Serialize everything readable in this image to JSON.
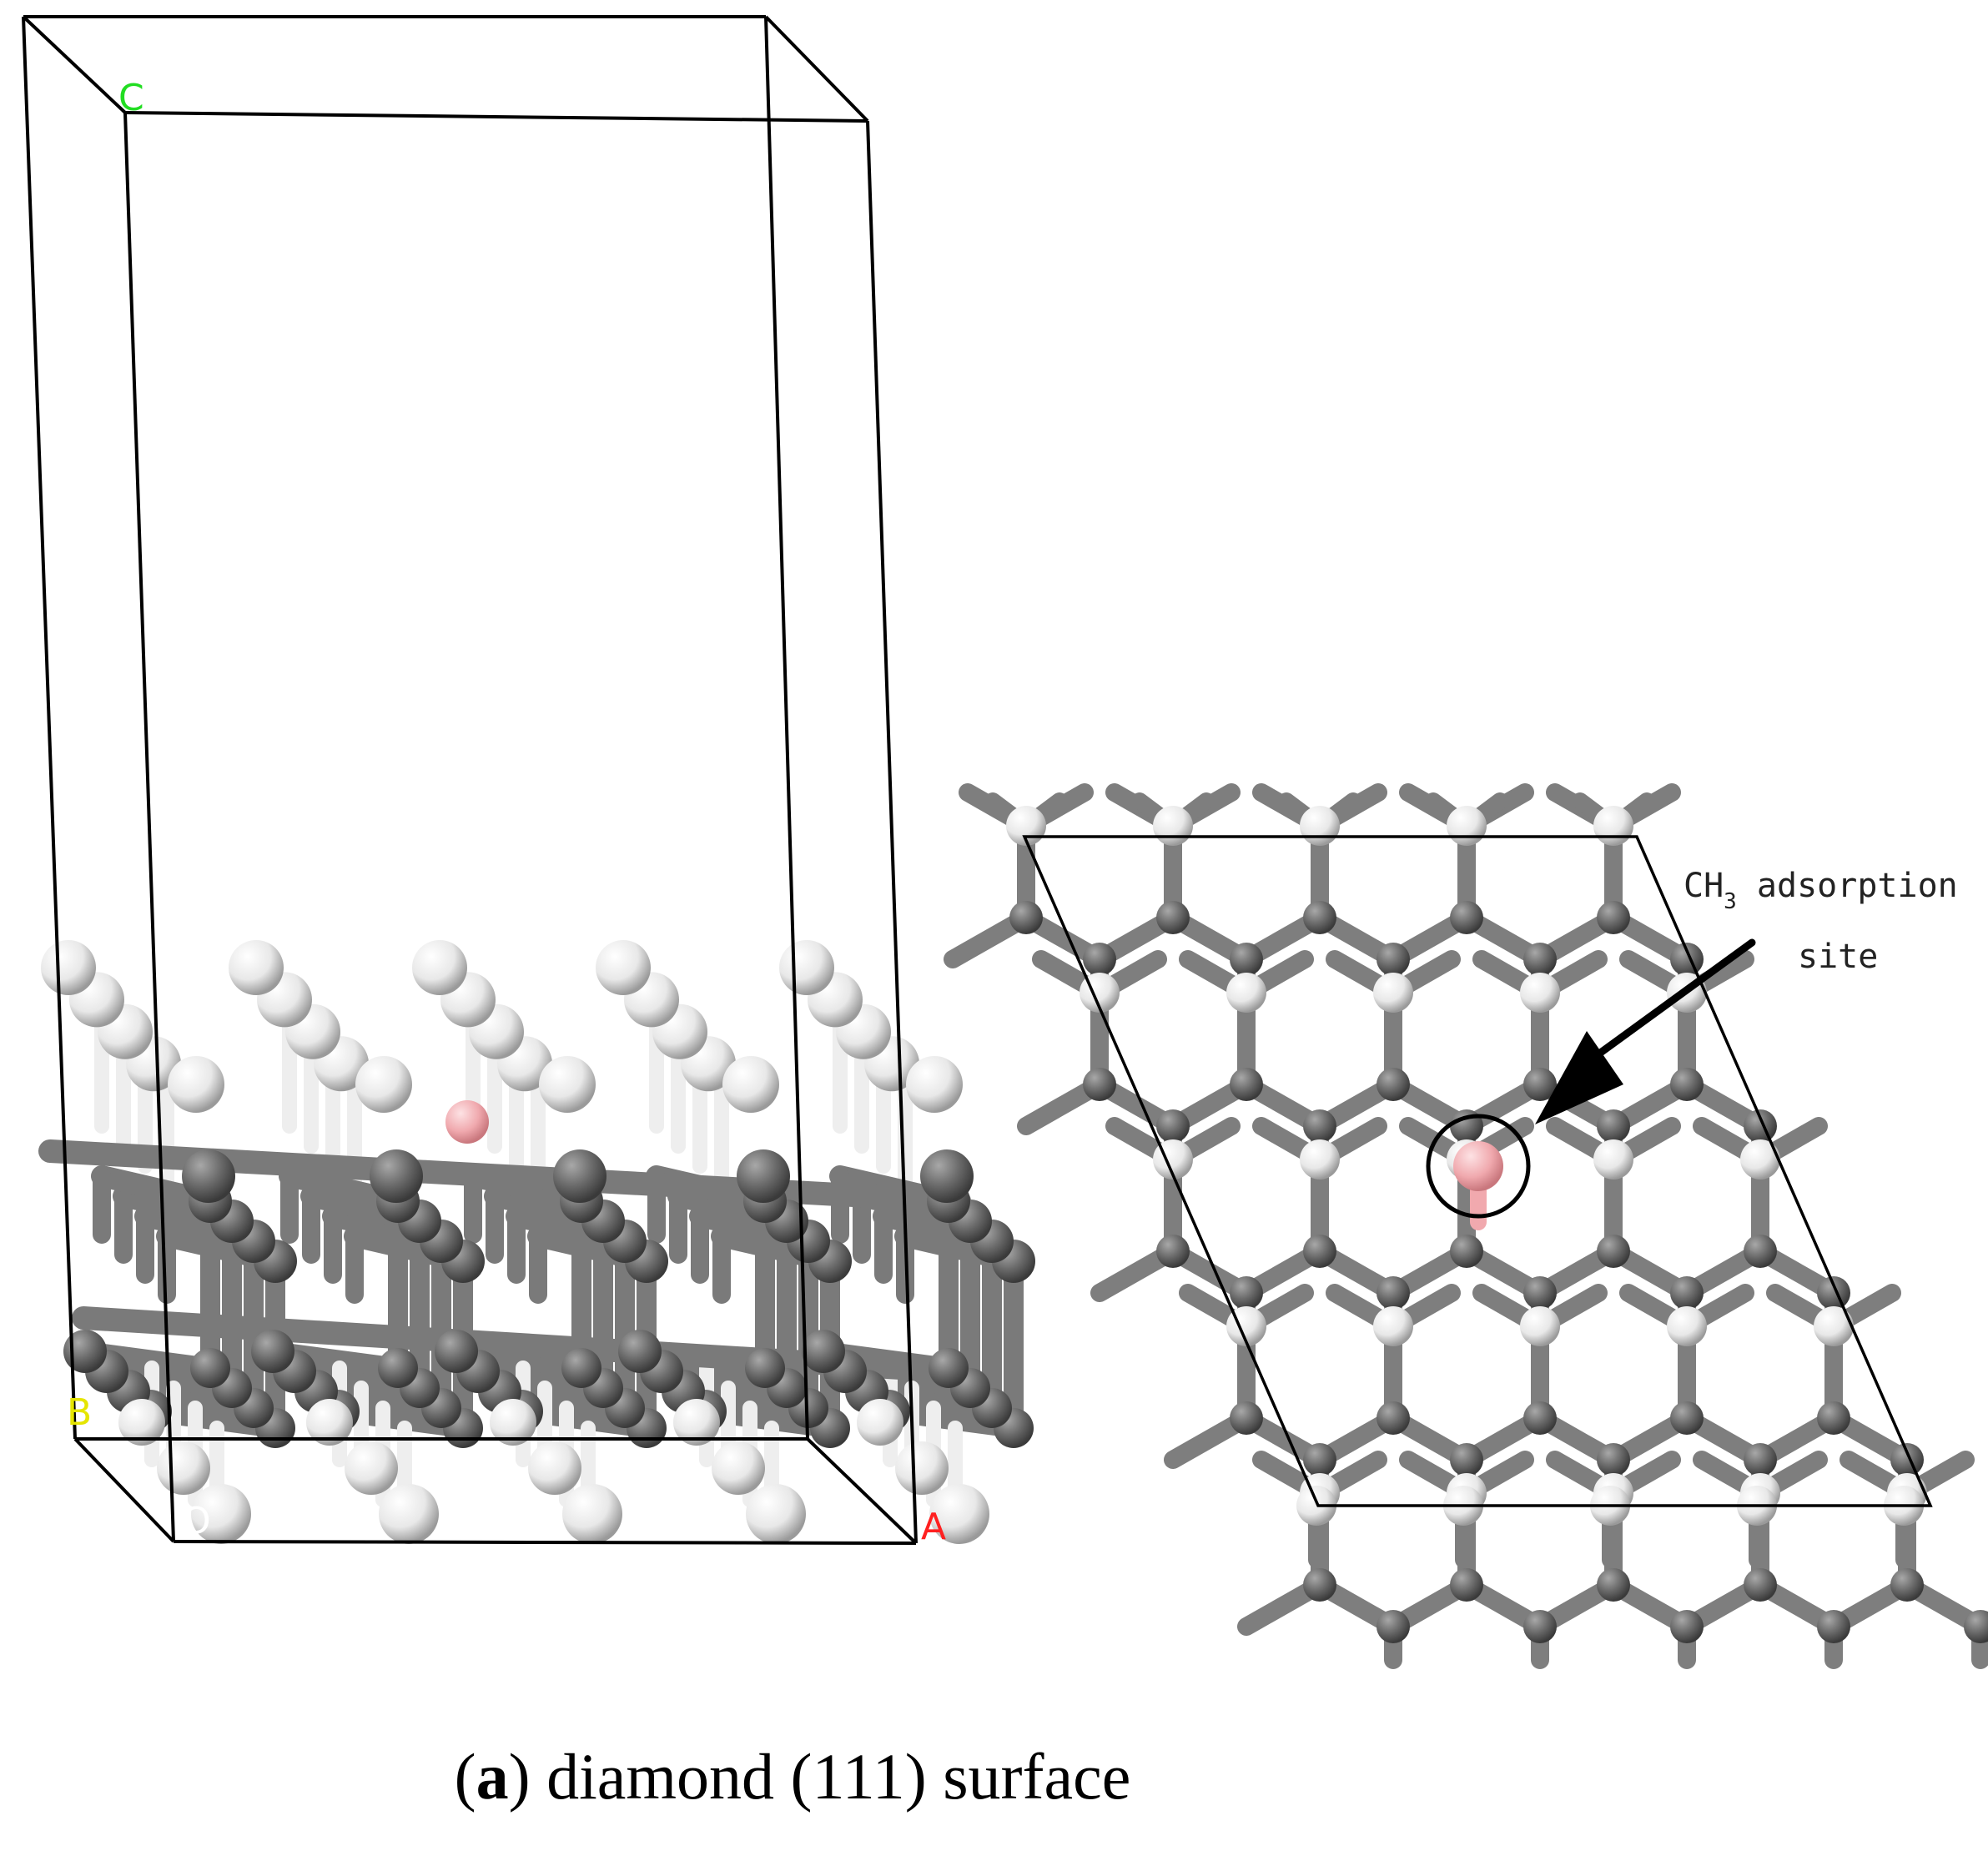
{
  "axes": {
    "c": "C",
    "b": "B",
    "o": "O",
    "a": "A"
  },
  "annotation": {
    "prefix": "CH",
    "subscript": "3",
    "line1_rest": " adsorption",
    "line2": "site"
  },
  "caption": {
    "open": "(",
    "bold": "a",
    "close": ")",
    "text": " diamond (111) surface"
  },
  "colors": {
    "carbon": "#6f6f6f",
    "hydrogen": "#f2f2f2",
    "adsorbate": "#f4b4b8",
    "cell": "#000000",
    "axis_c": "#22dd22",
    "axis_b": "#e5e500",
    "axis_a": "#ff2020"
  }
}
